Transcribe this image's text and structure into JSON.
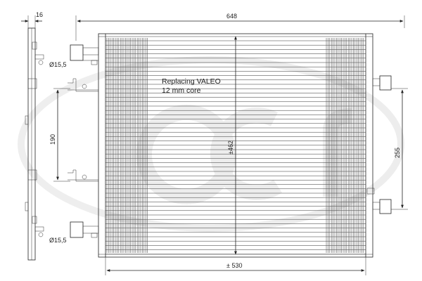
{
  "dimensions": {
    "top_width": "648",
    "side_thickness": "16",
    "core_height": "±462",
    "core_width": "± 530",
    "bracket_spacing": "190",
    "port_spacing": "255",
    "port_top_diameter": "Ø15,5",
    "port_bottom_diameter": "Ø15,5"
  },
  "note": {
    "line1": "Replacing VALEO",
    "line2": "12 mm core"
  },
  "watermark": {
    "text": "acr",
    "color": "#e6e6e6"
  },
  "colors": {
    "line": "#222222",
    "fin": "#555555"
  }
}
